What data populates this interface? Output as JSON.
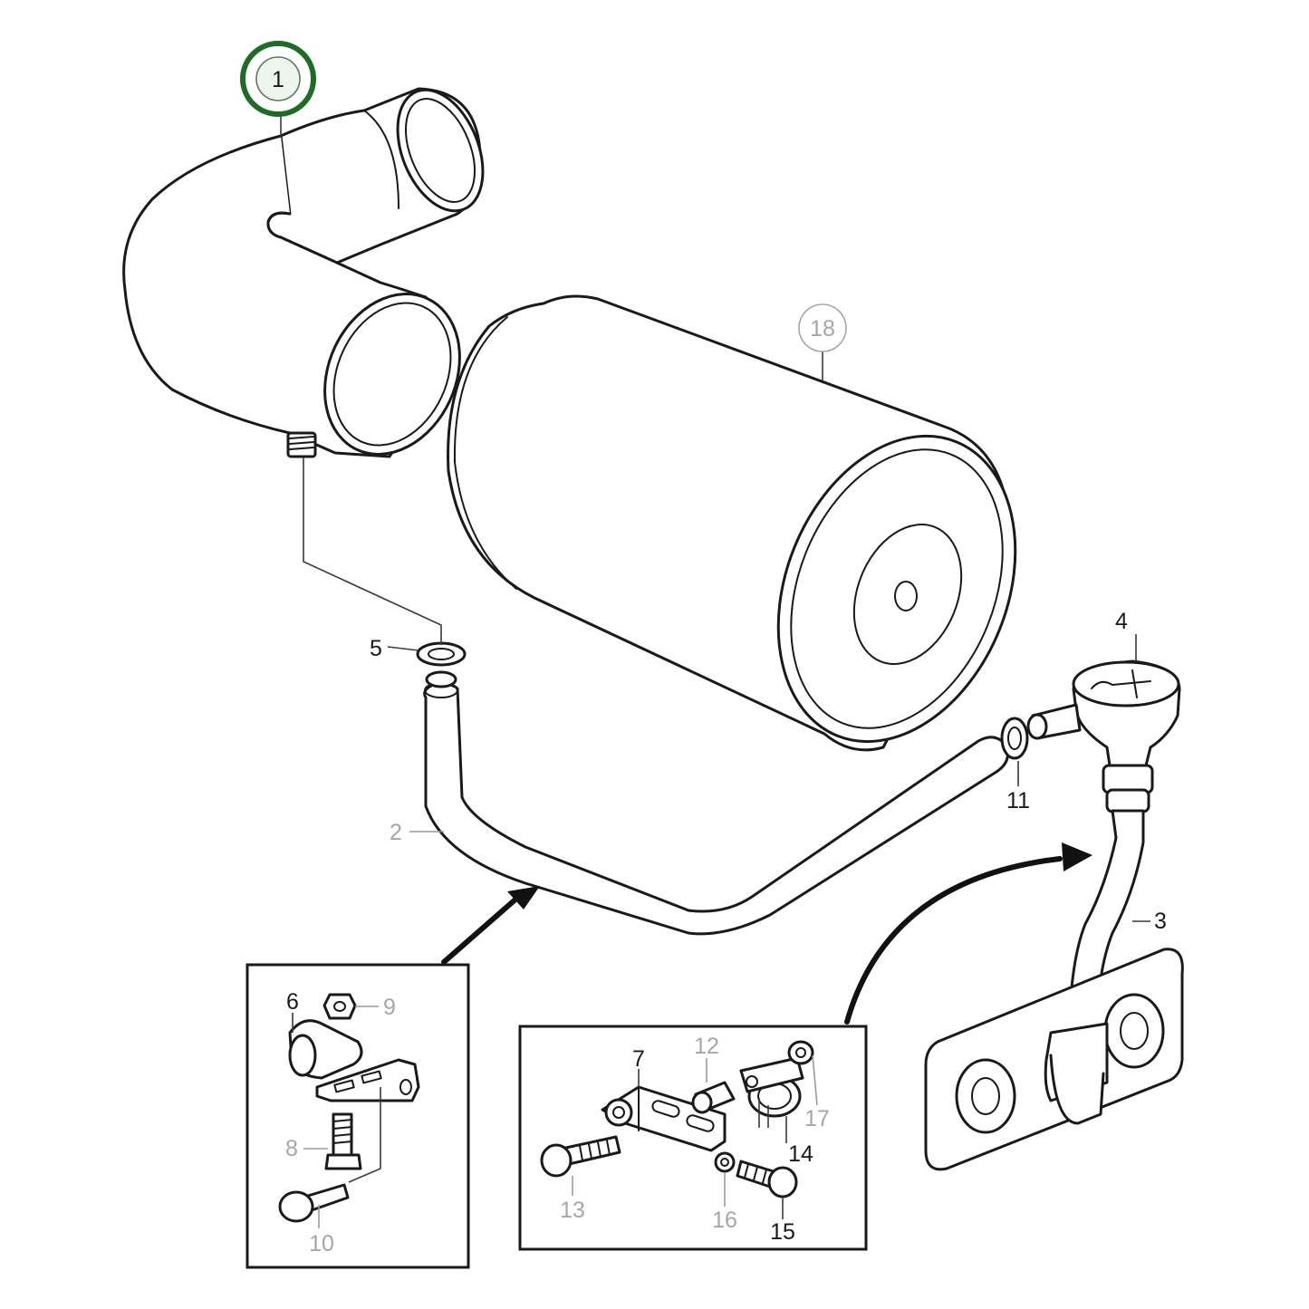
{
  "highlight_color": "#1f6b28",
  "callouts": {
    "c1": "1",
    "c2": "2",
    "c3": "3",
    "c4": "4",
    "c5": "5",
    "c6": "6",
    "c7": "7",
    "c8": "8",
    "c9": "9",
    "c10": "10",
    "c11": "11",
    "c12": "12",
    "c13": "13",
    "c14": "14",
    "c15": "15",
    "c16": "16",
    "c17": "17",
    "c18": "18"
  }
}
